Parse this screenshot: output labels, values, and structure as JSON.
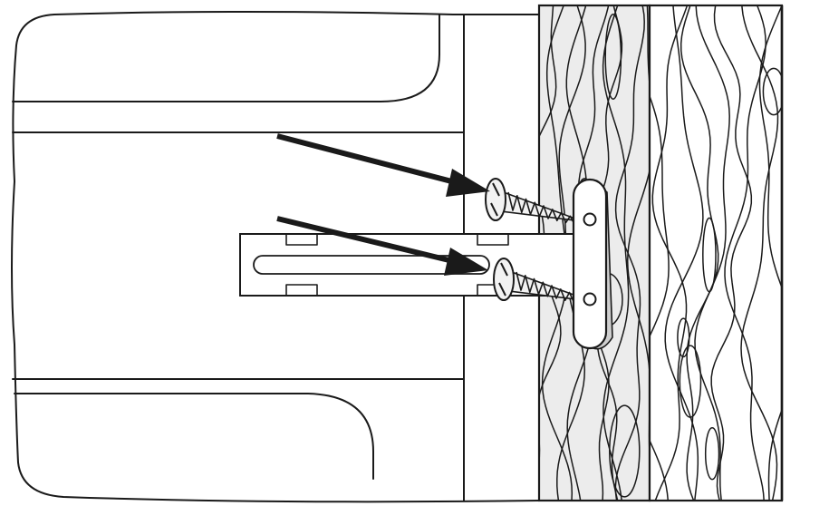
{
  "diagram": {
    "colors": {
      "ink": "#1a1a1a",
      "paper": "#ffffff",
      "shaded_wood": "#ececec",
      "screw_fill": "#f2f2f2"
    },
    "parts": [
      "drawer-slide-cabinet",
      "slotted-slide-rail",
      "mounting-bracket",
      "wood-side-panel",
      "wood-grain-board",
      "wood-screw-upper",
      "wood-screw-lower",
      "arrow-upper",
      "arrow-lower"
    ]
  }
}
